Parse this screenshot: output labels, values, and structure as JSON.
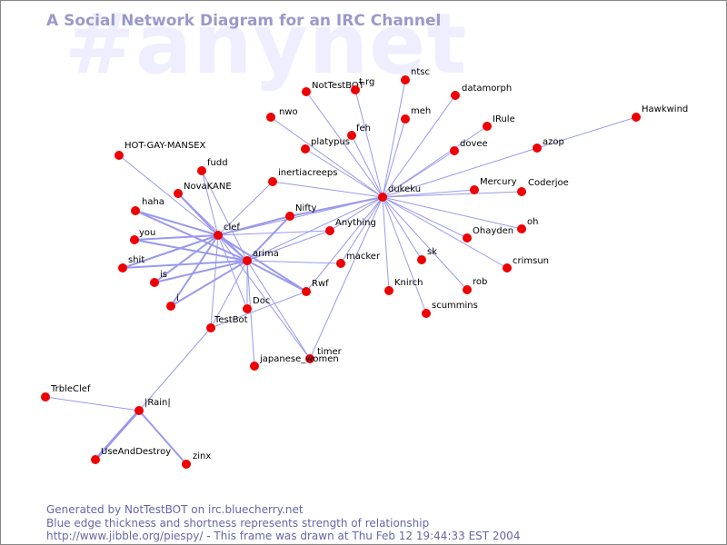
{
  "title": "A Social Network Diagram for an IRC Channel",
  "watermark": "#anynet",
  "footer": {
    "line1": "Generated by NotTestBOT on irc.bluecherry.net",
    "line2": "Blue edge thickness and shortness represents strength of relationship",
    "line3": "http://www.jibble.org/piespy/ - This frame was drawn at Thu Feb 12 19:44:33 EST 2004"
  },
  "colors": {
    "node": "#ee0000",
    "edge": "#9999ee",
    "title": "#9999cc",
    "watermark": "#eeeeff",
    "footer": "#6666aa"
  },
  "nodes": [
    {
      "id": "NotTestBOT",
      "label": "NotTestBOT"
    },
    {
      "id": "t.rg",
      "label": "t.rg"
    },
    {
      "id": "ntsc",
      "label": "ntsc"
    },
    {
      "id": "datamorph",
      "label": "datamorph"
    },
    {
      "id": "nwo",
      "label": "nwo"
    },
    {
      "id": "meh",
      "label": "meh"
    },
    {
      "id": "IRule",
      "label": "IRule"
    },
    {
      "id": "Hawkwind",
      "label": "Hawkwind"
    },
    {
      "id": "feh",
      "label": "feh"
    },
    {
      "id": "platypus",
      "label": "platypus"
    },
    {
      "id": "dovee",
      "label": "dovee"
    },
    {
      "id": "azop",
      "label": "azop"
    },
    {
      "id": "HOT-GAY-MANSEX",
      "label": "HOT-GAY-MANSEX"
    },
    {
      "id": "fudd",
      "label": "fudd"
    },
    {
      "id": "inertiacreeps",
      "label": "inertiacreeps"
    },
    {
      "id": "NovaKANE",
      "label": "NovaKANE"
    },
    {
      "id": "dukeku",
      "label": "dukeku"
    },
    {
      "id": "Mercury",
      "label": "Mercury"
    },
    {
      "id": "Coderjoe",
      "label": "Coderjoe"
    },
    {
      "id": "haha",
      "label": "haha"
    },
    {
      "id": "Nifty",
      "label": "Nifty"
    },
    {
      "id": "Anything",
      "label": "Anything"
    },
    {
      "id": "clef",
      "label": "clef"
    },
    {
      "id": "oh",
      "label": "oh"
    },
    {
      "id": "you",
      "label": "you"
    },
    {
      "id": "Ohayden",
      "label": "Ohayden"
    },
    {
      "id": "arima",
      "label": "arima"
    },
    {
      "id": "shit",
      "label": "shit"
    },
    {
      "id": "sk",
      "label": "sk"
    },
    {
      "id": "macker",
      "label": "macker"
    },
    {
      "id": "crimsun",
      "label": "crimsun"
    },
    {
      "id": "is",
      "label": "is"
    },
    {
      "id": "Knirch",
      "label": "Knirch"
    },
    {
      "id": "Rwf",
      "label": "Rwf"
    },
    {
      "id": "rob",
      "label": "rob"
    },
    {
      "id": "i",
      "label": "i"
    },
    {
      "id": "Doc",
      "label": "Doc"
    },
    {
      "id": "scummins",
      "label": "scummins"
    },
    {
      "id": "TestBot",
      "label": "TestBot"
    },
    {
      "id": "timer",
      "label": "timer"
    },
    {
      "id": "japanese_women",
      "label": "japanese_women"
    },
    {
      "id": "TrbleClef",
      "label": "TrbleClef"
    },
    {
      "id": "|Rain|",
      "label": "|Rain|"
    },
    {
      "id": "UseAndDestroy",
      "label": "UseAndDestroy"
    },
    {
      "id": "zinx",
      "label": "zinx"
    }
  ],
  "edges": [
    {
      "from": "dukeku",
      "to": "NotTestBOT",
      "weight": 1
    },
    {
      "from": "dukeku",
      "to": "t.rg",
      "weight": 1
    },
    {
      "from": "dukeku",
      "to": "ntsc",
      "weight": 1
    },
    {
      "from": "dukeku",
      "to": "datamorph",
      "weight": 1
    },
    {
      "from": "dukeku",
      "to": "nwo",
      "weight": 1
    },
    {
      "from": "dukeku",
      "to": "meh",
      "weight": 1
    },
    {
      "from": "dukeku",
      "to": "IRule",
      "weight": 1
    },
    {
      "from": "dukeku",
      "to": "feh",
      "weight": 1
    },
    {
      "from": "dukeku",
      "to": "platypus",
      "weight": 1
    },
    {
      "from": "dukeku",
      "to": "dovee",
      "weight": 1
    },
    {
      "from": "dukeku",
      "to": "azop",
      "weight": 1
    },
    {
      "from": "azop",
      "to": "Hawkwind",
      "weight": 1
    },
    {
      "from": "dukeku",
      "to": "inertiacreeps",
      "weight": 1
    },
    {
      "from": "dukeku",
      "to": "Mercury",
      "weight": 1
    },
    {
      "from": "dukeku",
      "to": "Coderjoe",
      "weight": 1
    },
    {
      "from": "dukeku",
      "to": "oh",
      "weight": 1
    },
    {
      "from": "dukeku",
      "to": "Ohayden",
      "weight": 1
    },
    {
      "from": "dukeku",
      "to": "crimsun",
      "weight": 1
    },
    {
      "from": "dukeku",
      "to": "sk",
      "weight": 1
    },
    {
      "from": "dukeku",
      "to": "rob",
      "weight": 1
    },
    {
      "from": "dukeku",
      "to": "scummins",
      "weight": 1
    },
    {
      "from": "dukeku",
      "to": "Knirch",
      "weight": 1
    },
    {
      "from": "dukeku",
      "to": "macker",
      "weight": 1
    },
    {
      "from": "dukeku",
      "to": "Anything",
      "weight": 1
    },
    {
      "from": "dukeku",
      "to": "Nifty",
      "weight": 2
    },
    {
      "from": "dukeku",
      "to": "clef",
      "weight": 1
    },
    {
      "from": "dukeku",
      "to": "arima",
      "weight": 1
    },
    {
      "from": "dukeku",
      "to": "Rwf",
      "weight": 1
    },
    {
      "from": "dukeku",
      "to": "timer",
      "weight": 1
    },
    {
      "from": "clef",
      "to": "HOT-GAY-MANSEX",
      "weight": 1
    },
    {
      "from": "clef",
      "to": "fudd",
      "weight": 1
    },
    {
      "from": "clef",
      "to": "NovaKANE",
      "weight": 2
    },
    {
      "from": "clef",
      "to": "haha",
      "weight": 2
    },
    {
      "from": "clef",
      "to": "you",
      "weight": 2
    },
    {
      "from": "clef",
      "to": "shit",
      "weight": 2
    },
    {
      "from": "clef",
      "to": "is",
      "weight": 2
    },
    {
      "from": "clef",
      "to": "i",
      "weight": 2
    },
    {
      "from": "clef",
      "to": "Nifty",
      "weight": 2
    },
    {
      "from": "clef",
      "to": "arima",
      "weight": 2
    },
    {
      "from": "clef",
      "to": "Rwf",
      "weight": 2
    },
    {
      "from": "clef",
      "to": "Doc",
      "weight": 1
    },
    {
      "from": "clef",
      "to": "TestBot",
      "weight": 1
    },
    {
      "from": "clef",
      "to": "inertiacreeps",
      "weight": 1
    },
    {
      "from": "clef",
      "to": "Anything",
      "weight": 1
    },
    {
      "from": "clef",
      "to": "timer",
      "weight": 1
    },
    {
      "from": "arima",
      "to": "NovaKANE",
      "weight": 1
    },
    {
      "from": "arima",
      "to": "fudd",
      "weight": 1
    },
    {
      "from": "arima",
      "to": "haha",
      "weight": 2
    },
    {
      "from": "arima",
      "to": "you",
      "weight": 2
    },
    {
      "from": "arima",
      "to": "shit",
      "weight": 2
    },
    {
      "from": "arima",
      "to": "is",
      "weight": 2
    },
    {
      "from": "arima",
      "to": "i",
      "weight": 2
    },
    {
      "from": "arima",
      "to": "Nifty",
      "weight": 2
    },
    {
      "from": "arima",
      "to": "Rwf",
      "weight": 2
    },
    {
      "from": "arima",
      "to": "Anything",
      "weight": 1
    },
    {
      "from": "arima",
      "to": "macker",
      "weight": 1
    },
    {
      "from": "arima",
      "to": "Doc",
      "weight": 1
    },
    {
      "from": "arima",
      "to": "TestBot",
      "weight": 1
    },
    {
      "from": "arima",
      "to": "japanese_women",
      "weight": 1
    },
    {
      "from": "arima",
      "to": "timer",
      "weight": 1
    },
    {
      "from": "Rwf",
      "to": "TestBot",
      "weight": 1
    },
    {
      "from": "TestBot",
      "to": "|Rain|",
      "weight": 1
    },
    {
      "from": "|Rain|",
      "to": "TrbleClef",
      "weight": 1
    },
    {
      "from": "|Rain|",
      "to": "UseAndDestroy",
      "weight": 3
    },
    {
      "from": "|Rain|",
      "to": "zinx",
      "weight": 2
    }
  ]
}
